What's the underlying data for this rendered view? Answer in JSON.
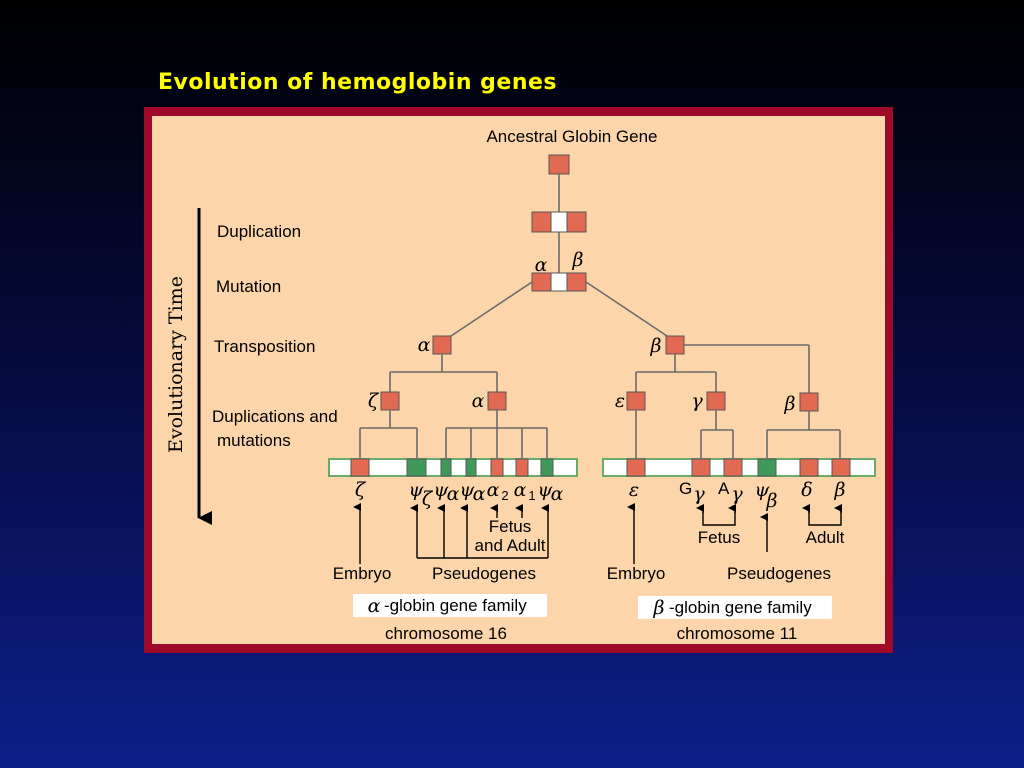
{
  "title": "Evolution of hemoglobin genes",
  "diagram": {
    "top_label": "Ancestral Globin Gene",
    "time_axis_label": "Evolutionary Time",
    "stages": {
      "duplication": "Duplication",
      "mutation": "Mutation",
      "transposition": "Transposition",
      "dup_mut_1": "Duplications and",
      "dup_mut_2": "mutations"
    },
    "greek": {
      "alpha": "α",
      "beta": "β",
      "zeta": "ζ",
      "epsilon": "ε",
      "gamma": "γ",
      "delta": "δ",
      "psi": "ψ"
    },
    "alpha_cluster": {
      "genes": [
        "ζ",
        "ψζ",
        "ψα",
        "ψα",
        "α2",
        "α1",
        "ψα"
      ],
      "fetus_adult_1": "Fetus",
      "fetus_adult_2": "and Adult",
      "embryo": "Embryo",
      "pseudogenes": "Pseudogenes",
      "family_label": "-globin gene family",
      "chromosome": "chromosome 16"
    },
    "beta_cluster": {
      "genes": [
        "ε",
        "Gγ",
        "Aγ",
        "ψβ",
        "δ",
        "β"
      ],
      "fetus": "Fetus",
      "adult": "Adult",
      "embryo": "Embryo",
      "pseudogenes": "Pseudogenes",
      "family_label": "-globin gene family",
      "chromosome": "chromosome 11"
    },
    "colors": {
      "functional_gene": "#e36a52",
      "pseudogene": "#3f9a5a",
      "panel_bg": "#fdd5ab",
      "frame": "#a00a2a",
      "title": "#ffff00"
    }
  }
}
